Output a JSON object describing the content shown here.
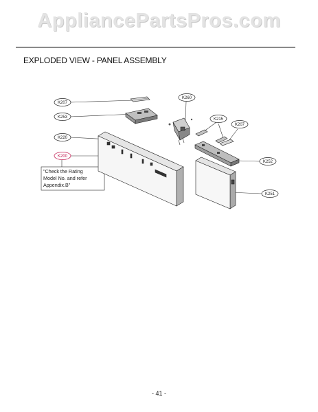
{
  "watermark": "AppliancePartsPros.com",
  "section_title": "EXPLODED VIEW - PANEL ASSEMBLY",
  "callouts": {
    "k207_left": "K207",
    "k253": "K253",
    "k220": "K220",
    "k200": "K200",
    "k260": "K260",
    "k215": "K215",
    "k207_right": "K207",
    "k252": "K252",
    "k251": "K251"
  },
  "note_lines": [
    "\"Check the Rating",
    "Model No. and refer",
    "Appendix.B\""
  ],
  "page_number": "- 41 -",
  "colors": {
    "highlight_callout": "#c0144b",
    "line": "#222222"
  }
}
